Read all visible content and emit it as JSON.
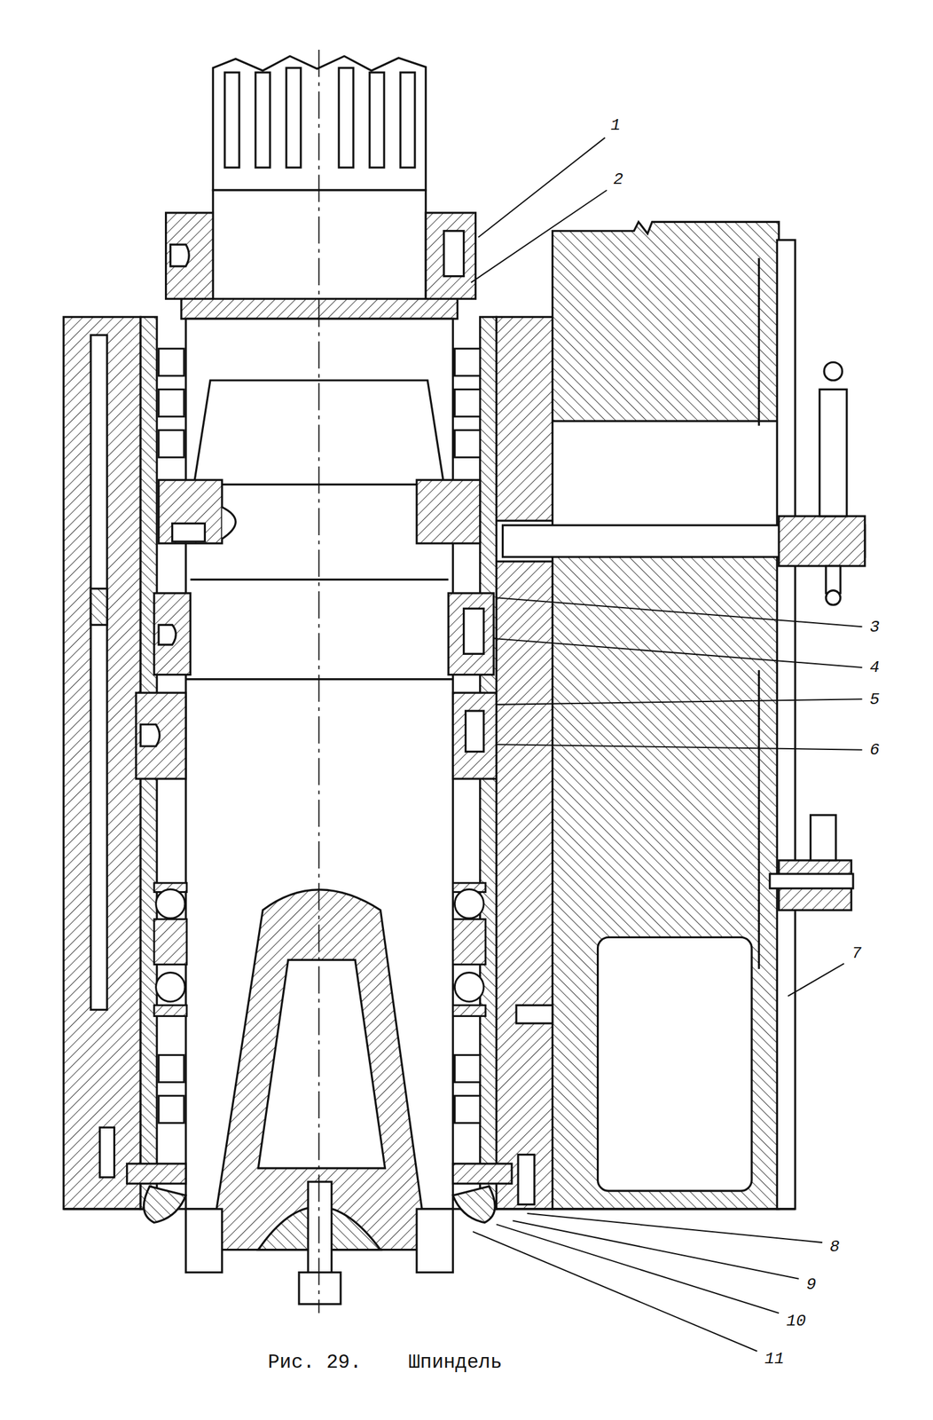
{
  "diagram": {
    "caption": "Рис. 29.    Шпиндель",
    "labels": [
      "1",
      "2",
      "3",
      "4",
      "5",
      "6",
      "7",
      "8",
      "9",
      "10",
      "11"
    ]
  }
}
